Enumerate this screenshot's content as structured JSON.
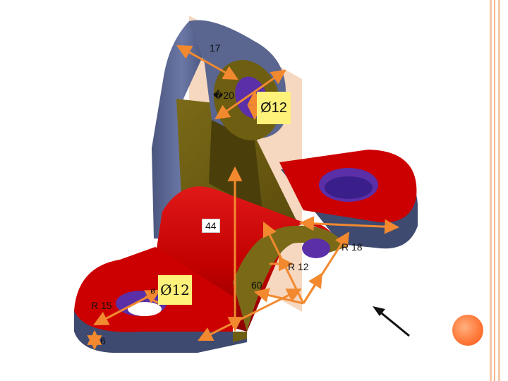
{
  "dimensions": {
    "d17": "17",
    "d20": "�20",
    "dia12_top": "Ø12",
    "d44": "44",
    "r18": "R 18",
    "r12": "R 12",
    "d60": "60",
    "small_dia": "ø",
    "dia12_bottom": "Ø12",
    "r15": "R 15",
    "d6": "6"
  },
  "colors": {
    "stripe_outer": "#f7c9a8",
    "stripe_inner": "#f5b48e",
    "dimension_arrow": "#f2892f",
    "accent_circle": "#f26522",
    "part_red": "#cc0000",
    "part_olive": "#6d5e12",
    "part_blue": "#5a6690",
    "cutting_plane": "#f3caa9"
  },
  "icons": [
    "view-direction-arrow-icon",
    "accent-circle-icon"
  ]
}
